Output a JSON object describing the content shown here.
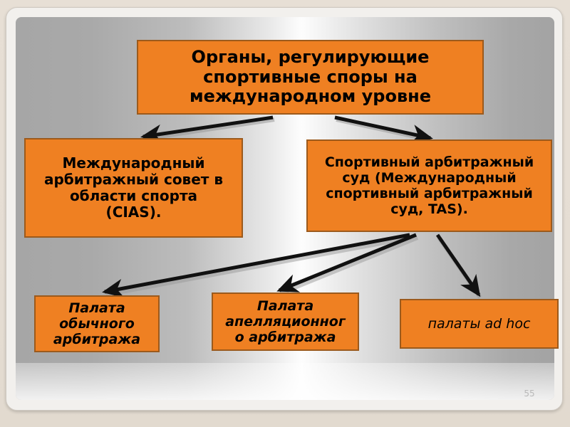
{
  "slide": {
    "page_number": "55",
    "accent_color": "#ef8022",
    "node_border_color": "#9c5a1c",
    "background_outer_color": "#e5ddd3",
    "text_color": "#000000",
    "page_number_color": "#b9b9b9"
  },
  "nodes": {
    "title": "Органы, регулирующие\nспортивные споры на\nмеждународном уровне",
    "cias": "Международный\nарбитражный совет в\nобласти спорта\n(CIAS).",
    "tas": "Спортивный арбитражный\nсуд (Международный\nспортивный арбитражный\nсуд, TAS).",
    "ordinary_chamber": "Палата\nобычного\nарбитража",
    "appeals_chamber": "Палата\nапелляционног\nо арбитража",
    "adhoc_chamber": "палаты ad hoc"
  },
  "connections": [
    {
      "from": "title",
      "to": "cias"
    },
    {
      "from": "title",
      "to": "tas"
    },
    {
      "from": "tas",
      "to": "ordinary_chamber"
    },
    {
      "from": "tas",
      "to": "appeals_chamber"
    },
    {
      "from": "tas",
      "to": "adhoc_chamber"
    }
  ]
}
